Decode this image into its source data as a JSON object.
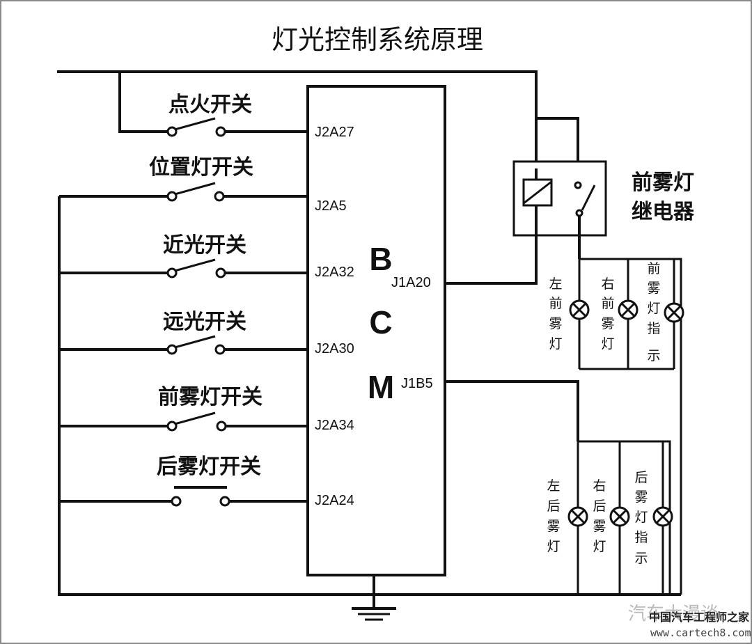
{
  "title": "灯光控制系统原理",
  "module": {
    "letters": [
      "B",
      "C",
      "M"
    ]
  },
  "switches": [
    {
      "label": "点火开关",
      "pin": "J2A27",
      "type": "open"
    },
    {
      "label": "位置灯开关",
      "pin": "J2A5",
      "type": "open"
    },
    {
      "label": "近光开关",
      "pin": "J2A32",
      "type": "open"
    },
    {
      "label": "远光开关",
      "pin": "J2A30",
      "type": "open"
    },
    {
      "label": "前雾灯开关",
      "pin": "J2A34",
      "type": "open"
    },
    {
      "label": "后雾灯开关",
      "pin": "J2A24",
      "type": "push"
    }
  ],
  "outputs": {
    "front_fog_pin": "J1A20",
    "rear_fog_pin": "J1B5"
  },
  "relay": {
    "label_line1": "前雾灯",
    "label_line2": "继电器"
  },
  "front_lamps": [
    {
      "label": [
        "左",
        "前",
        "雾",
        "灯"
      ]
    },
    {
      "label": [
        "右",
        "前",
        "雾",
        "灯"
      ]
    },
    {
      "label": [
        "前",
        "雾",
        "灯",
        "指",
        "示"
      ]
    }
  ],
  "rear_lamps": [
    {
      "label": [
        "左",
        "后",
        "雾",
        "灯"
      ]
    },
    {
      "label": [
        "右",
        "后",
        "雾",
        "灯"
      ]
    },
    {
      "label": [
        "后",
        "雾",
        "灯",
        "指",
        "示"
      ]
    }
  ],
  "watermark": {
    "name": "汽车大漫谈",
    "site_name": "中国汽车工程师之家",
    "url": "www.cartech8.com"
  }
}
